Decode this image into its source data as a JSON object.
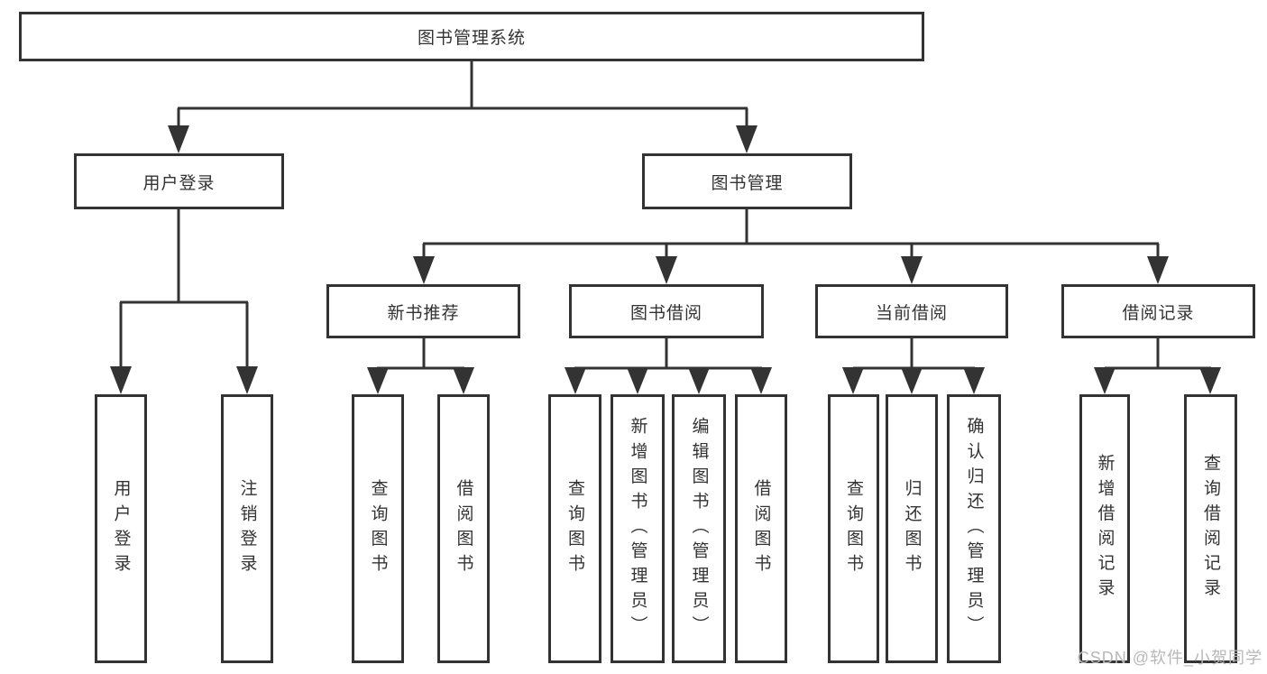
{
  "diagram_type": "hierarchy-tree",
  "colors": {
    "line": "#333333",
    "text": "#333333",
    "box_background": "#ffffff",
    "watermark": "#b8b8b8"
  },
  "tree": {
    "label": "图书管理系统",
    "children": [
      {
        "label": "用户登录",
        "children": [
          {
            "label": "用户登录"
          },
          {
            "label": "注销登录"
          }
        ]
      },
      {
        "label": "图书管理",
        "children": [
          {
            "label": "新书推荐",
            "children": [
              {
                "label": "查询图书"
              },
              {
                "label": "借阅图书"
              }
            ]
          },
          {
            "label": "图书借阅",
            "children": [
              {
                "label": "查询图书"
              },
              {
                "label": "新增图书（管理员）"
              },
              {
                "label": "编辑图书（管理员）"
              },
              {
                "label": "借阅图书"
              }
            ]
          },
          {
            "label": "当前借阅",
            "children": [
              {
                "label": "查询图书"
              },
              {
                "label": "归还图书"
              },
              {
                "label": "确认归还（管理员）"
              }
            ]
          },
          {
            "label": "借阅记录",
            "children": [
              {
                "label": "新增借阅记录"
              },
              {
                "label": "查询借阅记录"
              }
            ]
          }
        ]
      }
    ]
  },
  "watermark": "CSDN @软件_小贺同学"
}
